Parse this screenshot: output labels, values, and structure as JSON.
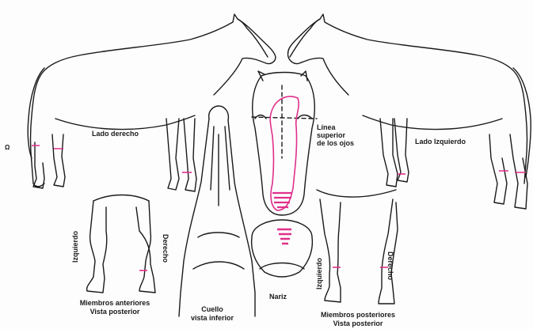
{
  "page_mark": "Ω",
  "labels": {
    "right_side": "Lado derecho",
    "left_side": "Lado Izquierdo",
    "eye_line_1": "Línea",
    "eye_line_2": "superior",
    "eye_line_3": "de los ojos",
    "front_limbs_left": "Izquierdo",
    "front_limbs_right": "Derecho",
    "front_limbs_title_1": "Miembros anteriores",
    "front_limbs_title_2": "Vista posterior",
    "neck_title_1": "Cuello",
    "neck_title_2": "vista inferior",
    "nose": "Nariz",
    "hind_limbs_left": "Izquierdo",
    "hind_limbs_right": "Derecho",
    "hind_limbs_title_1": "Miembros posteriores",
    "hind_limbs_title_2": "Vista posterior"
  },
  "colors": {
    "ink": "#1a1a1a",
    "marking": "#e0308a"
  }
}
